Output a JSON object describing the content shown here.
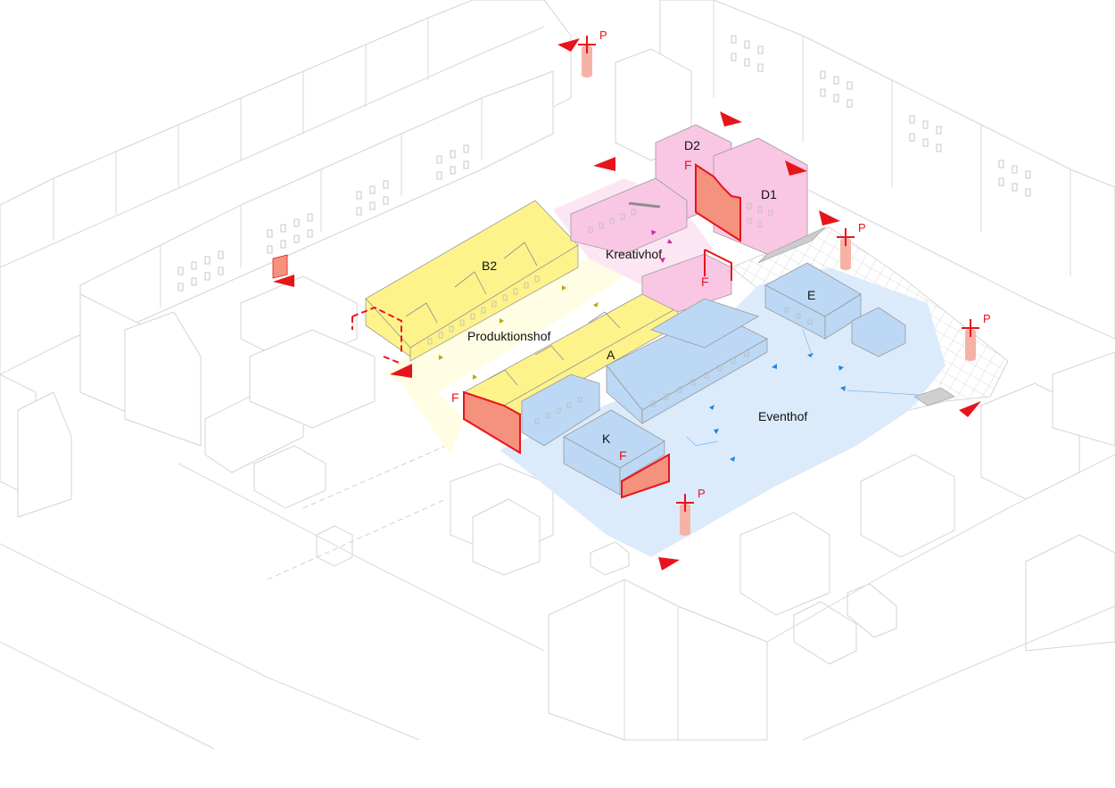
{
  "colors": {
    "produktion": "#fdf38a",
    "produktion_light": "#fffde4",
    "kreativ": "#f9c7e4",
    "kreativ_light": "#fde6f3",
    "event": "#bcd8f4",
    "event_light": "#dcebfb",
    "fire_fill": "#f4927e",
    "fire_stroke": "#e8141c",
    "entrance": "#e8141c",
    "parking_cylinder": "#f6b3a5",
    "arrow_yellow": "#b7ab0a",
    "arrow_pink": "#d52b9e",
    "arrow_blue": "#1f86e5"
  },
  "buildings": {
    "b2": "B2",
    "a": "A",
    "d1": "D1",
    "d2": "D2",
    "e": "E",
    "k": "K"
  },
  "courtyards": {
    "produktion": "Produktionshof",
    "kreativ": "Kreativhof",
    "event": "Eventhof"
  },
  "markers": {
    "fire": "F",
    "parking": "P"
  },
  "icons": {
    "entrance": "entrance-arrow-icon",
    "parking": "parking-icon",
    "fire": "fire-access-icon"
  }
}
